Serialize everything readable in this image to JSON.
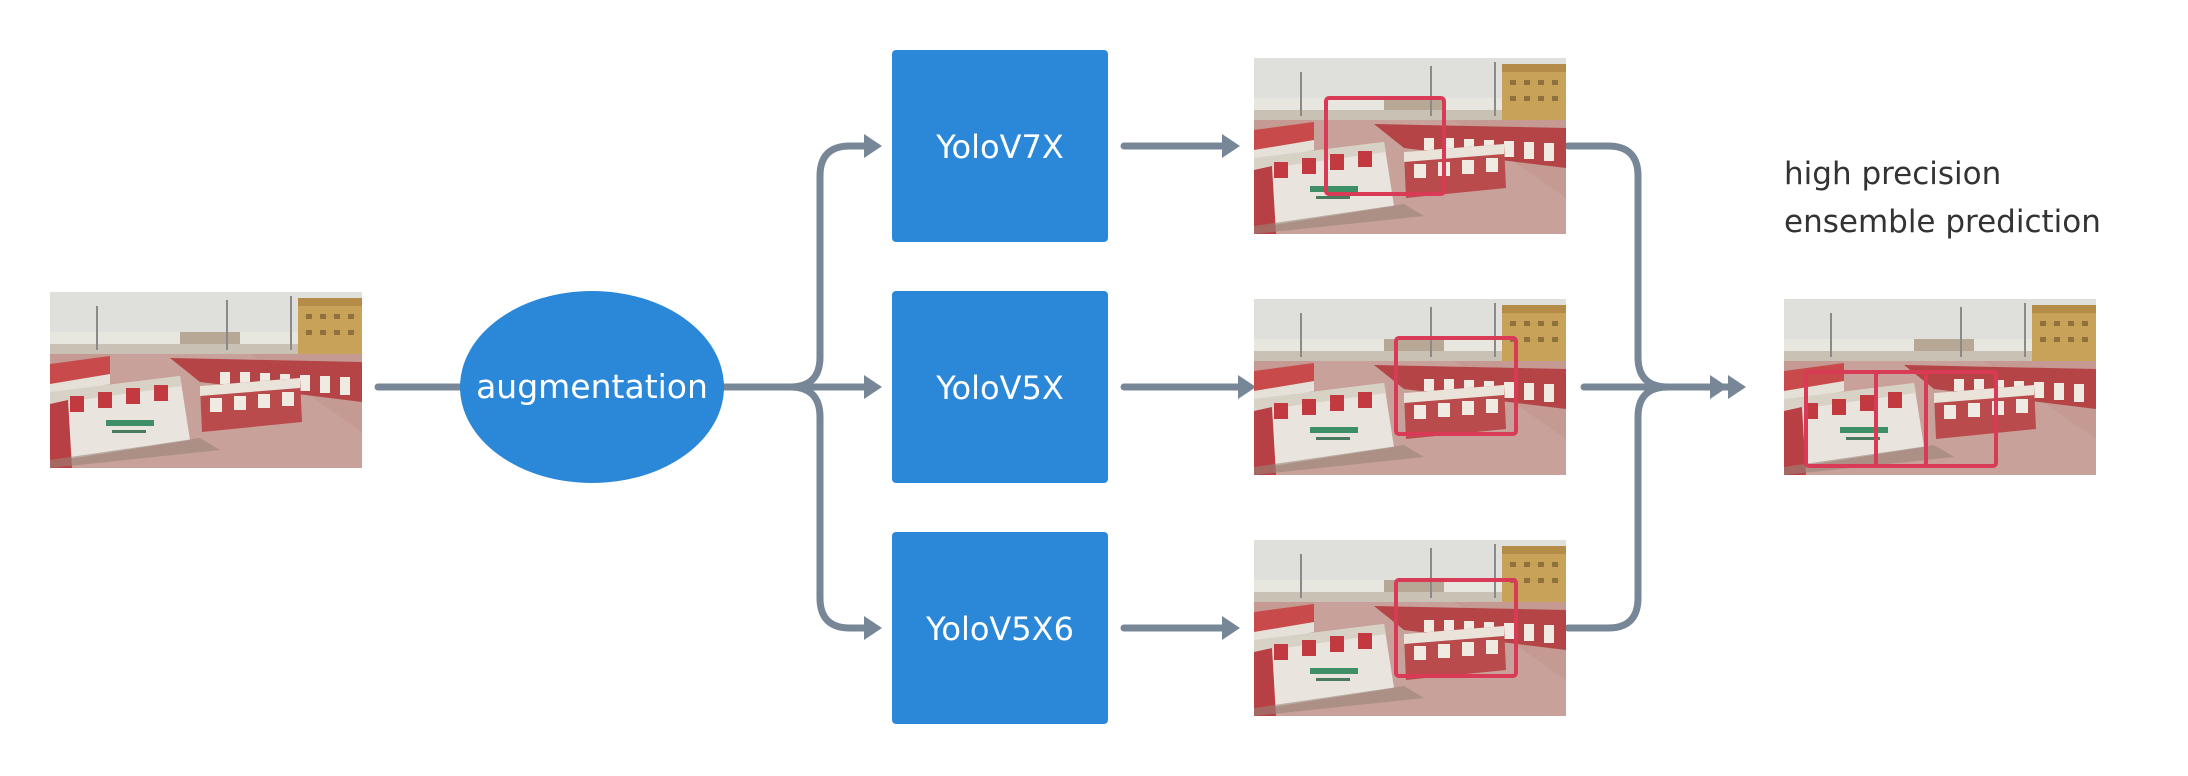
{
  "nodes": {
    "augmentation": {
      "label": "augmentation"
    },
    "models": [
      {
        "id": "yolov7x",
        "label": "YoloV7X"
      },
      {
        "id": "yolov5x",
        "label": "YoloV5X"
      },
      {
        "id": "yolov5x6",
        "label": "YoloV5X6"
      }
    ]
  },
  "output": {
    "caption_line1": "high precision",
    "caption_line2": "ensemble prediction"
  },
  "colors": {
    "node_fill": "#2b88d8",
    "arrow": "#778797",
    "box": "#d93a56",
    "text_on_node": "#ffffff",
    "caption": "#333333"
  }
}
